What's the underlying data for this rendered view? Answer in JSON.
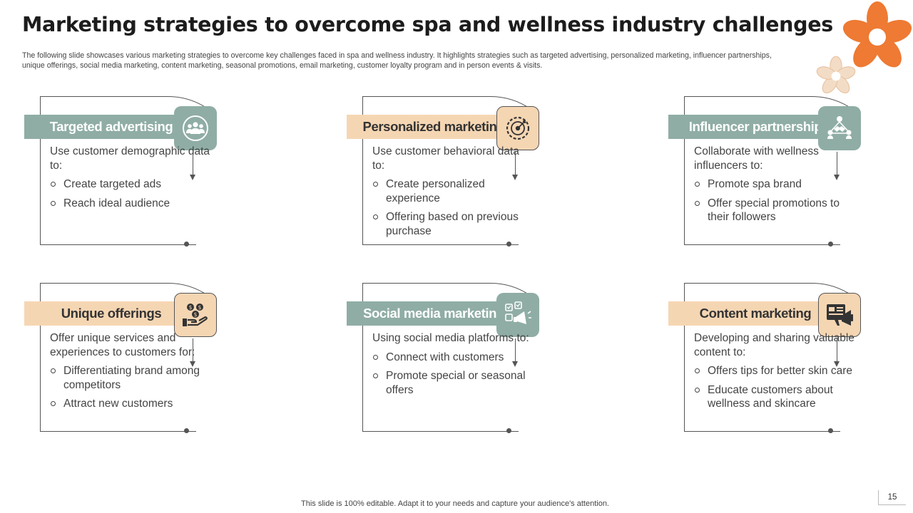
{
  "slide": {
    "title": "Marketing strategies to overcome spa and wellness industry challenges",
    "subtitle": "The following slide showcases various marketing strategies to overcome key challenges faced in spa and wellness industry. It highlights strategies such as targeted advertising, personalized marketing, influencer partnerships, unique offerings, social media marketing, content marketing, seasonal promotions, email marketing, customer loyalty program and in person events & visits.",
    "footer": "This slide is 100% editable. Adapt it to your needs and capture your audience's attention.",
    "page_number": "15"
  },
  "colors": {
    "sage": "#8fada5",
    "peach": "#f5d6b3",
    "flower_orange": "#ee7a33",
    "flower_light": "#f3dcc6"
  },
  "cards": [
    {
      "title": "Targeted advertising",
      "icon": "people-group-icon",
      "intro": "Use customer demographic data to:",
      "bullets": [
        "Create targeted ads",
        "Reach ideal audience"
      ]
    },
    {
      "title": "Personalized marketing",
      "icon": "target-gear-icon",
      "intro": "Use customer behavioral data to:",
      "bullets": [
        "Create personalized experience",
        "Offering based on previous purchase"
      ]
    },
    {
      "title": "Influencer partnership",
      "icon": "network-handshake-icon",
      "intro": "Collaborate with wellness influencers to:",
      "bullets": [
        "Promote spa brand",
        "Offer special promotions to their followers"
      ]
    },
    {
      "title": "Unique offerings",
      "icon": "hand-coins-icon",
      "intro": "Offer unique services and experiences to customers for:",
      "bullets": [
        "Differentiating brand among competitors",
        "Attract new customers"
      ]
    },
    {
      "title": "Social media marketing",
      "icon": "social-megaphone-icon",
      "intro": "Using social media platforms to:",
      "bullets": [
        "Connect with customers",
        "Promote special or seasonal offers"
      ]
    },
    {
      "title": "Content marketing",
      "icon": "content-megaphone-icon",
      "intro": "Developing and sharing valuable content to:",
      "bullets": [
        "Offers tips for better skin care",
        "Educate customers about wellness and skincare"
      ]
    }
  ]
}
